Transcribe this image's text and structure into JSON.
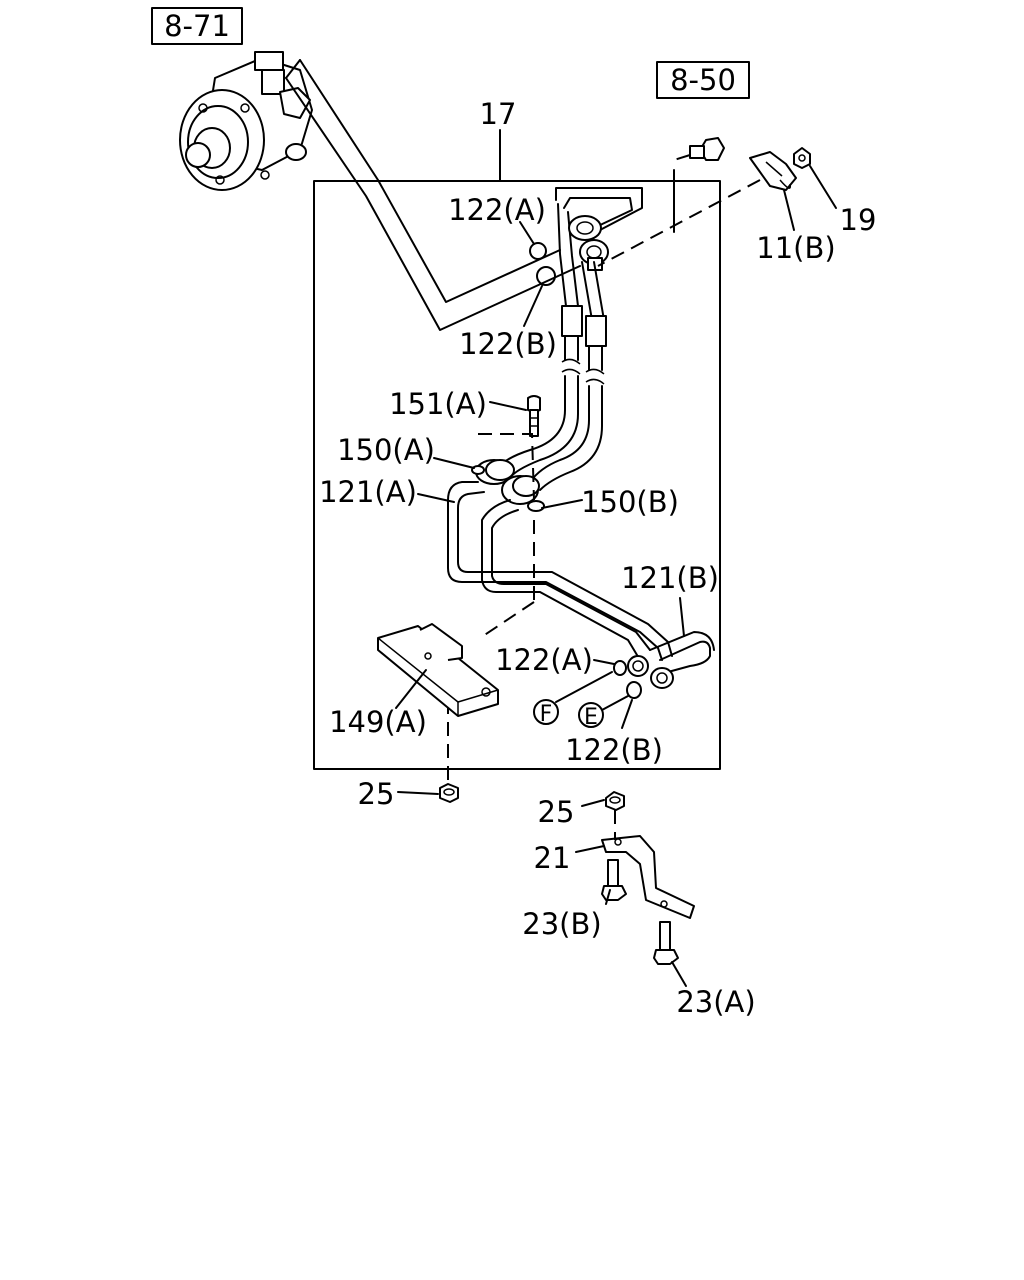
{
  "refs": {
    "ref_8_71": "8-71",
    "ref_8_50": "8-50"
  },
  "labels": {
    "l17": "17",
    "l19": "19",
    "l11b": "11(B)",
    "l122a_top": "122(A)",
    "l122b_top": "122(B)",
    "l151a": "151(A)",
    "l150a": "150(A)",
    "l121a": "121(A)",
    "l150b": "150(B)",
    "l121b": "121(B)",
    "l122a_bot": "122(A)",
    "l122b_bot": "122(B)",
    "l149a": "149(A)",
    "l25_left": "25",
    "l25_right": "25",
    "l21": "21",
    "l23b": "23(B)",
    "l23a": "23(A)"
  },
  "circled": {
    "f": "F",
    "e": "E"
  }
}
